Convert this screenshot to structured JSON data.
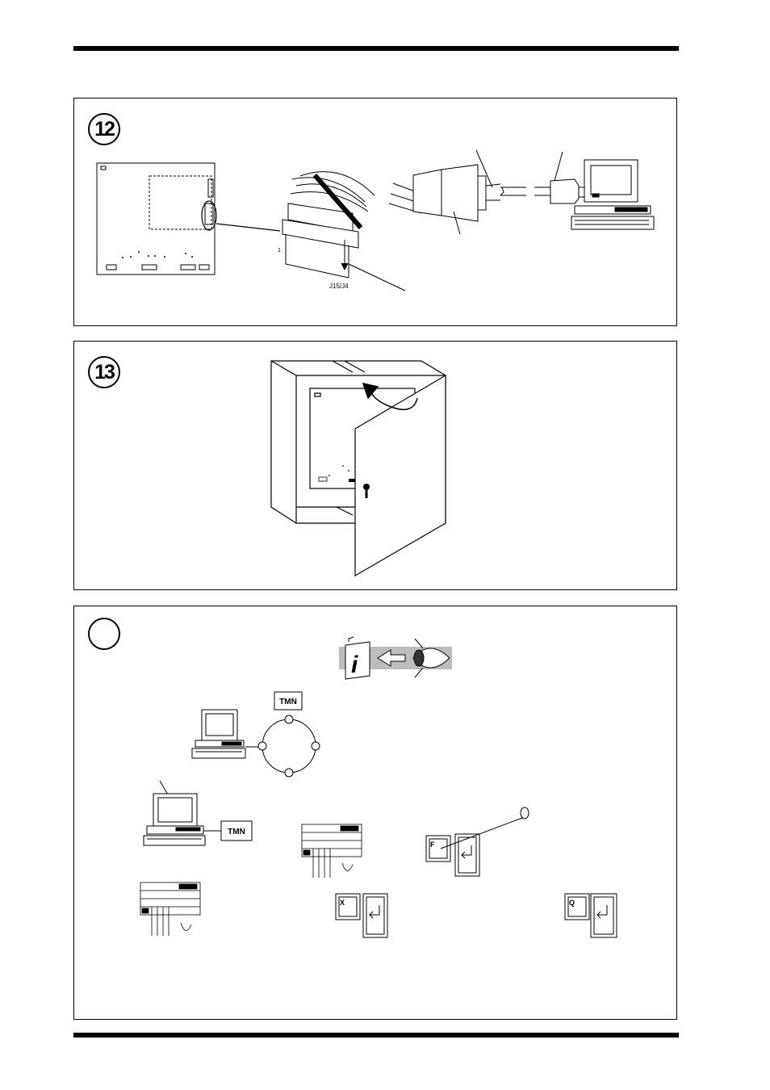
{
  "panels": {
    "p12": {
      "step": "12",
      "connector_label": "J15/J4",
      "pin_label": "1"
    },
    "p13": {
      "step": "13"
    },
    "p14": {
      "step": "",
      "tmn_ring": "TMN",
      "tmn_box": "TMN",
      "keys": {
        "f": "F",
        "x": "X",
        "q": "Q"
      }
    }
  },
  "icons": [
    "info-book-icon",
    "arrow-left-icon",
    "eye-icon",
    "computer-icon",
    "keyboard-hand-icon",
    "enter-key-icon",
    "keylock-icon"
  ]
}
